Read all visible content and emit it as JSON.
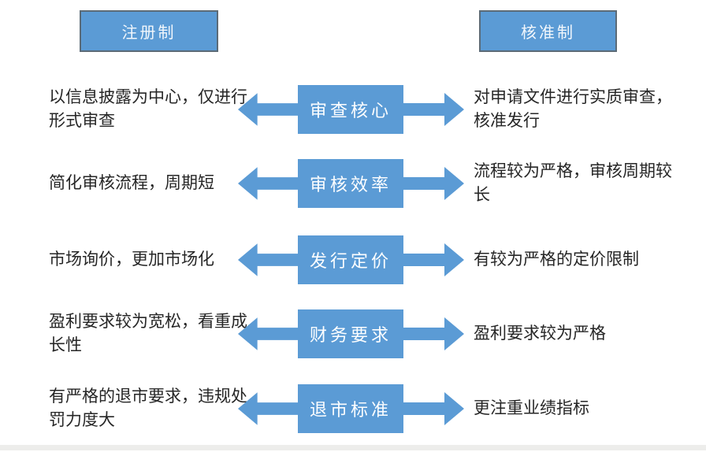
{
  "diagram": {
    "left_header": "注册制",
    "right_header": "核准制",
    "rows": [
      {
        "category": "审查核心",
        "left": "以信息披露为中心，仅进行形式审查",
        "right": "对申请文件进行实质审查，核准发行"
      },
      {
        "category": "审核效率",
        "left": "简化审核流程，周期短",
        "right": "流程较为严格，审核周期较长"
      },
      {
        "category": "发行定价",
        "left": "市场询价，更加市场化",
        "right": "有较为严格的定价限制"
      },
      {
        "category": "财务要求",
        "left": "盈利要求较为宽松，看重成长性",
        "right": "盈利要求较为严格"
      },
      {
        "category": "退市标准",
        "left": "有严格的退市要求，违规处罚力度大",
        "right": "更注重业绩指标"
      }
    ]
  },
  "colors": {
    "accent_blue": "#5b9bd5",
    "header_border": "#5c6b77",
    "text": "#262626",
    "background": "#ffffff"
  }
}
